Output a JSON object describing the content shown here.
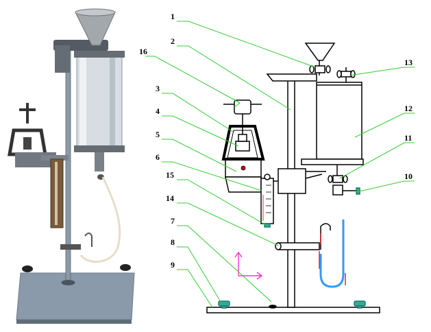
{
  "callouts": [
    {
      "id": "1",
      "label": "1"
    },
    {
      "id": "2",
      "label": "2"
    },
    {
      "id": "3",
      "label": "3"
    },
    {
      "id": "4",
      "label": "4"
    },
    {
      "id": "5",
      "label": "5"
    },
    {
      "id": "6",
      "label": "6"
    },
    {
      "id": "7",
      "label": "7"
    },
    {
      "id": "8",
      "label": "8"
    },
    {
      "id": "9",
      "label": "9"
    },
    {
      "id": "10",
      "label": "10"
    },
    {
      "id": "11",
      "label": "11"
    },
    {
      "id": "12",
      "label": "12"
    },
    {
      "id": "13",
      "label": "13"
    },
    {
      "id": "14",
      "label": "14"
    },
    {
      "id": "15",
      "label": "15"
    },
    {
      "id": "16",
      "label": "16"
    }
  ],
  "colors": {
    "leader": "#33cc33",
    "axis_arrows": "#ff33cc",
    "manometer_fluid": "#3399ff",
    "thumb_screw": "#33aa99",
    "drawing_line": "#000000"
  }
}
